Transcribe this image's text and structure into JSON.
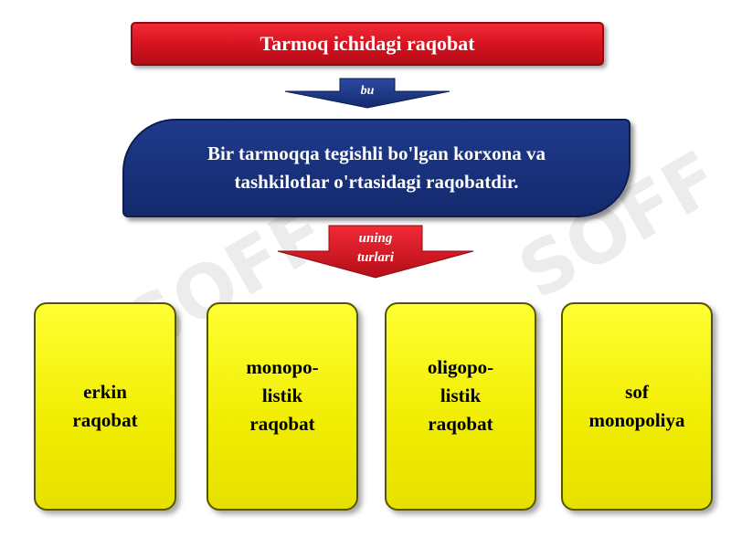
{
  "title": "Tarmoq ichidagi raqobat",
  "arrow_top_label": "bu",
  "definition": {
    "line1": "Bir tarmoqqa tegishli bo'lgan korxona va",
    "line2": "tashkilotlar o'rtasidagi raqobatdir."
  },
  "arrow_red_label": {
    "line1": "uning",
    "line2": "turlari"
  },
  "types": [
    {
      "lines": [
        "erkin",
        "raqobat"
      ]
    },
    {
      "lines": [
        "monopo-",
        "listik",
        "raqobat"
      ]
    },
    {
      "lines": [
        "oligopo-",
        "listik",
        "raqobat"
      ]
    },
    {
      "lines": [
        "sof",
        "monopoliya"
      ]
    }
  ],
  "watermark": "SOFF",
  "colors": {
    "title_red": "#d4121f",
    "definition_blue": "#1e3a8a",
    "card_yellow": "#ffff33"
  }
}
